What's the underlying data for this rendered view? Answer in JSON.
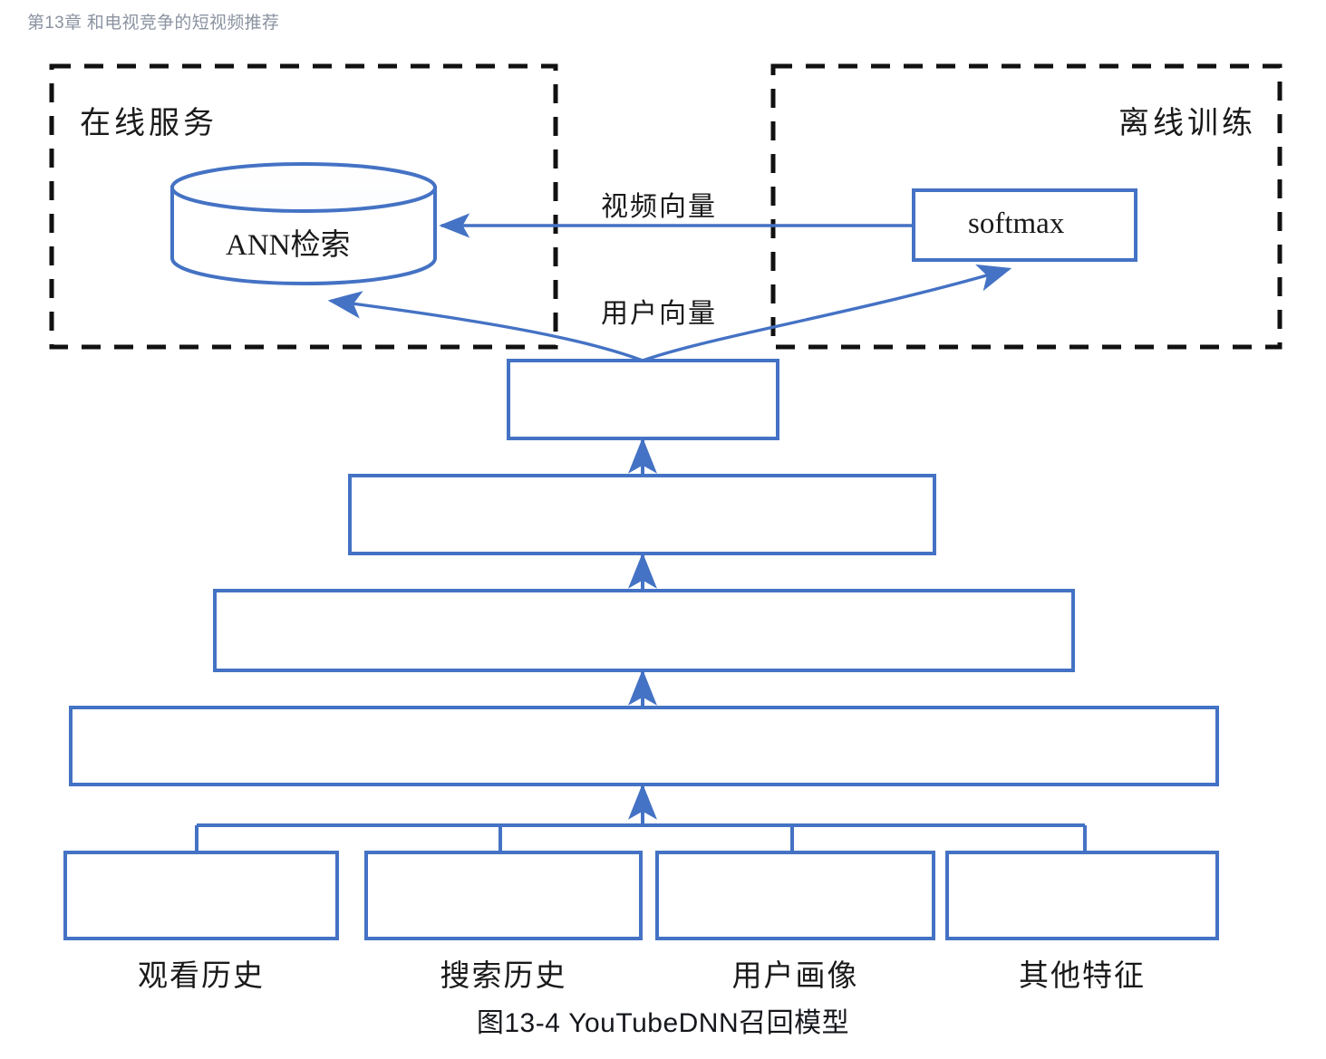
{
  "header": {
    "running_head": "第13章 和电视竞争的短视频推荐",
    "color": "#8b93a1"
  },
  "figure": {
    "caption": "图13-4 YouTubeDNN召回模型",
    "accent_color": "#4472C4",
    "dashed_color": "#1a1a1a",
    "zones": [
      {
        "id": "online",
        "label": "在线服务"
      },
      {
        "id": "offline",
        "label": "离线训练"
      }
    ],
    "nodes": [
      {
        "id": "ann",
        "label": "ANN检索",
        "shape": "cylinder"
      },
      {
        "id": "softmax",
        "label": "softmax",
        "shape": "rect"
      }
    ],
    "edge_labels": [
      {
        "id": "video-vector",
        "label": "视频向量"
      },
      {
        "id": "user-vector",
        "label": "用户向量"
      }
    ],
    "layers": [
      {
        "id": "layer-1",
        "label": ""
      },
      {
        "id": "layer-2",
        "label": ""
      },
      {
        "id": "layer-3",
        "label": ""
      },
      {
        "id": "layer-4",
        "label": ""
      }
    ],
    "features": [
      {
        "id": "watch-history",
        "label": "观看历史"
      },
      {
        "id": "search-history",
        "label": "搜索历史"
      },
      {
        "id": "user-profile",
        "label": "用户画像"
      },
      {
        "id": "other-features",
        "label": "其他特征"
      }
    ]
  }
}
